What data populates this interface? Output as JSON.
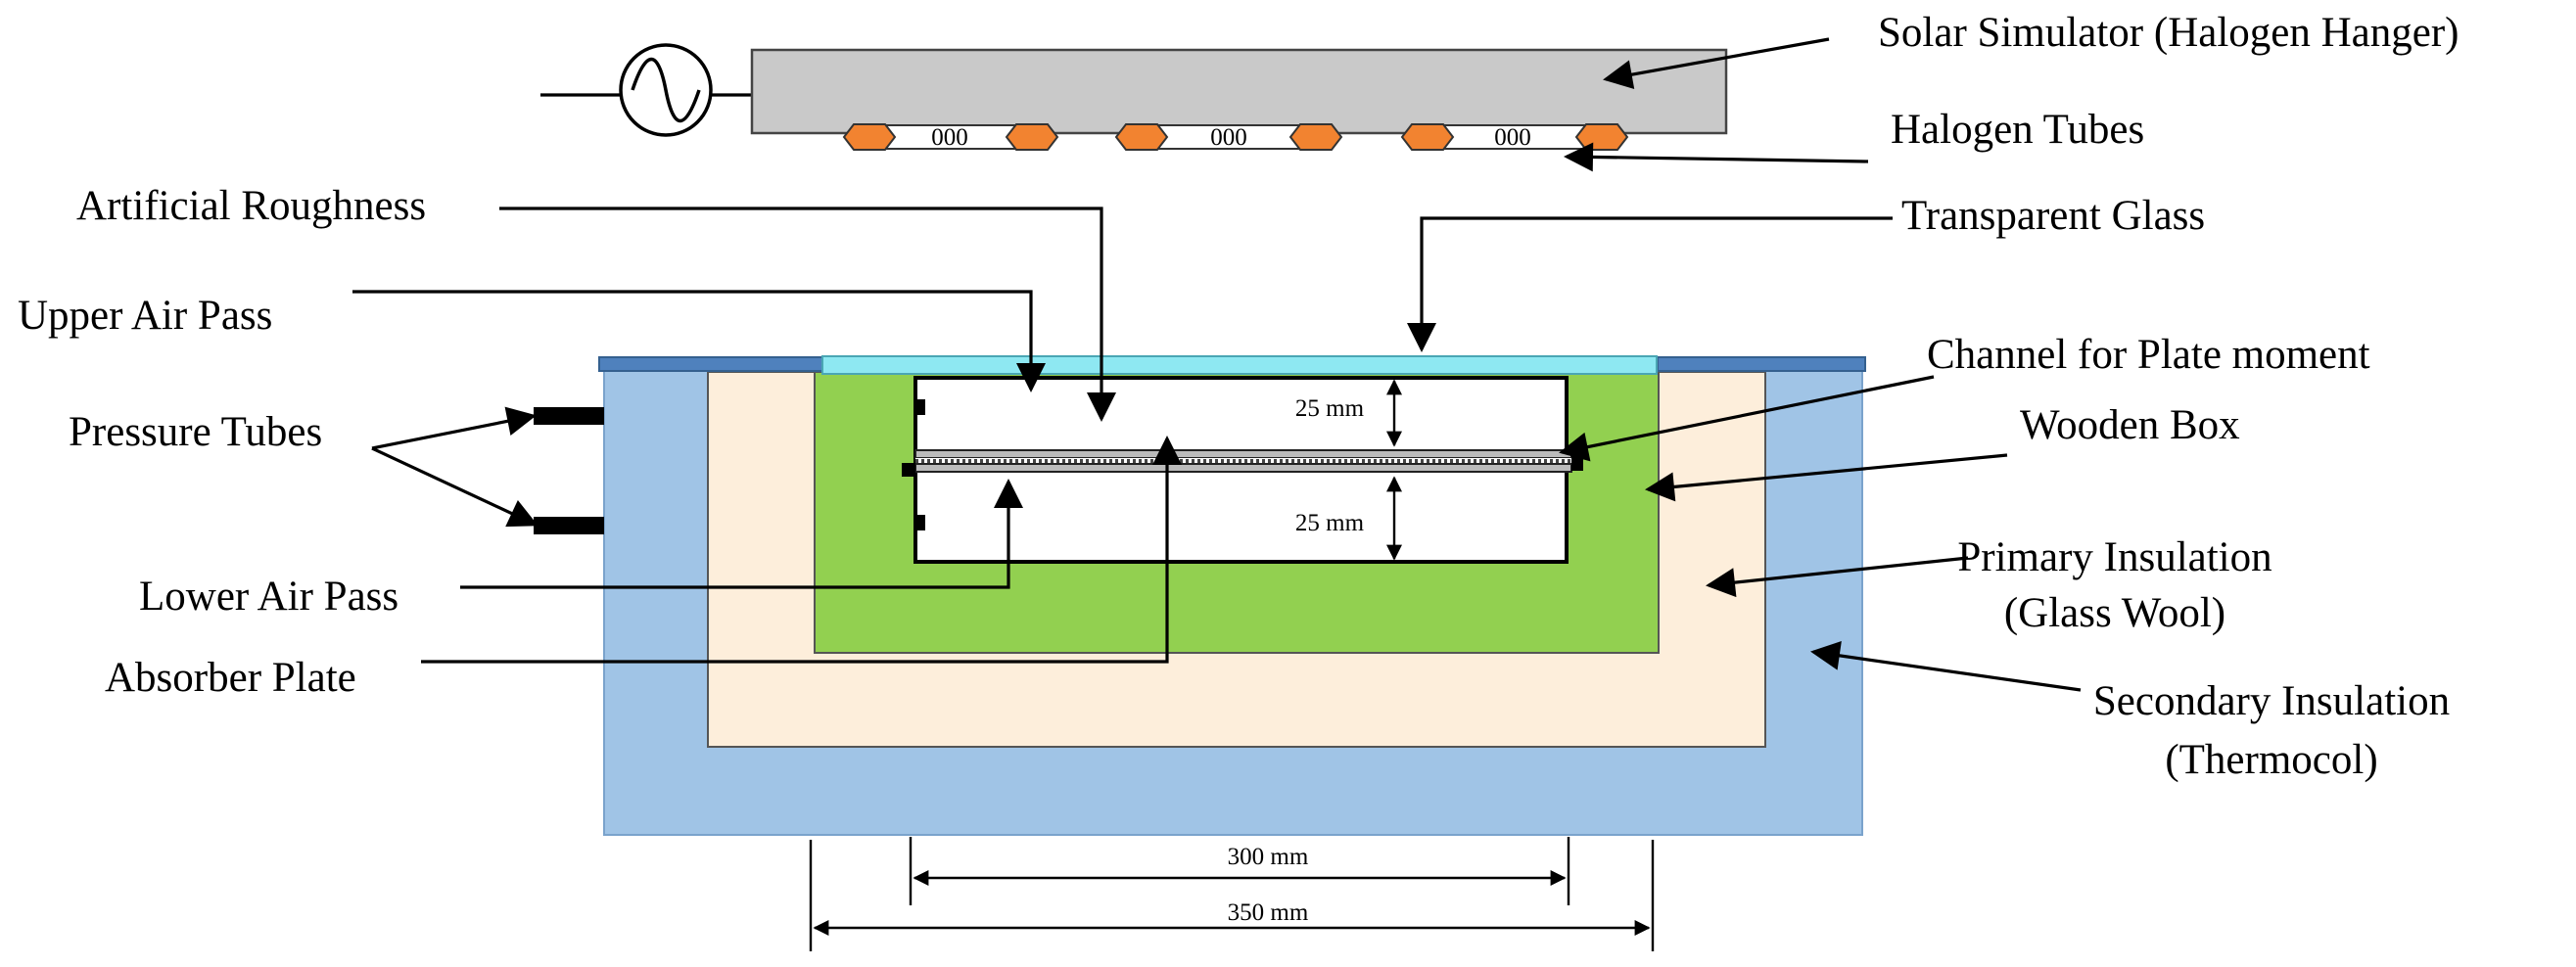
{
  "labels": {
    "solar_simulator": "Solar Simulator (Halogen Hanger)",
    "halogen_tubes": "Halogen Tubes",
    "artificial_roughness": "Artificial Roughness",
    "transparent_glass": "Transparent Glass",
    "upper_air_pass": "Upper Air Pass",
    "channel_plate_moment": "Channel for Plate moment",
    "pressure_tubes": "Pressure Tubes",
    "wooden_box": "Wooden Box",
    "primary_insulation_1": "Primary Insulation",
    "primary_insulation_2": "(Glass Wool)",
    "lower_air_pass": "Lower Air Pass",
    "absorber_plate": "Absorber Plate",
    "secondary_insulation_1": "Secondary Insulation",
    "secondary_insulation_2": "(Thermocol)",
    "tube_marking": "000"
  },
  "dimensions": {
    "upper_gap": "25 mm",
    "lower_gap": "25 mm",
    "inner_width": "300 mm",
    "outer_width": "350 mm"
  },
  "colors": {
    "secondary_insulation": "#a0c4e6",
    "primary_insulation": "#fdeedb",
    "wooden_box": "#92d050",
    "glass": "#8ee8f2",
    "top_frame": "#4f81bd",
    "hanger": "#c9c9c9",
    "halogen_cap": "#f28330"
  }
}
